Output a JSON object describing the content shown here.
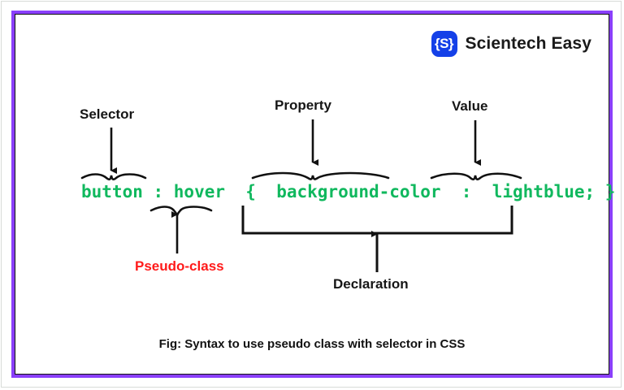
{
  "figure": {
    "title_caption": "Fig: Syntax to use pseudo class with selector in CSS",
    "frame_color": "#8a3ffb",
    "background": "#ffffff"
  },
  "brand": {
    "mark_text": "{S}",
    "mark_color": "#1440e8",
    "name": "Scientech Easy"
  },
  "code": {
    "full_line": "button : hover  {  background-color  :  lightblue; }",
    "color": "#10b85e",
    "tokens": [
      {
        "text": "button",
        "role": "selector"
      },
      {
        "text": ":",
        "role": "colon"
      },
      {
        "text": "hover",
        "role": "pseudo-class"
      },
      {
        "text": "{",
        "role": "open-brace"
      },
      {
        "text": "background-color",
        "role": "property"
      },
      {
        "text": ":",
        "role": "colon"
      },
      {
        "text": "lightblue;",
        "role": "value"
      },
      {
        "text": "}",
        "role": "close-brace"
      }
    ]
  },
  "annotations": {
    "selector": {
      "label": "Selector",
      "color": "#161616",
      "points_to": "button"
    },
    "property": {
      "label": "Property",
      "color": "#161616",
      "points_to": "background-color"
    },
    "value": {
      "label": "Value",
      "color": "#161616",
      "points_to": "lightblue;"
    },
    "pseudo_class": {
      "label": "Pseudo-class",
      "color": "#ff1a1a",
      "points_to": "hover"
    },
    "declaration": {
      "label": "Declaration",
      "color": "#161616",
      "points_to": "background-color : lightblue;"
    }
  }
}
